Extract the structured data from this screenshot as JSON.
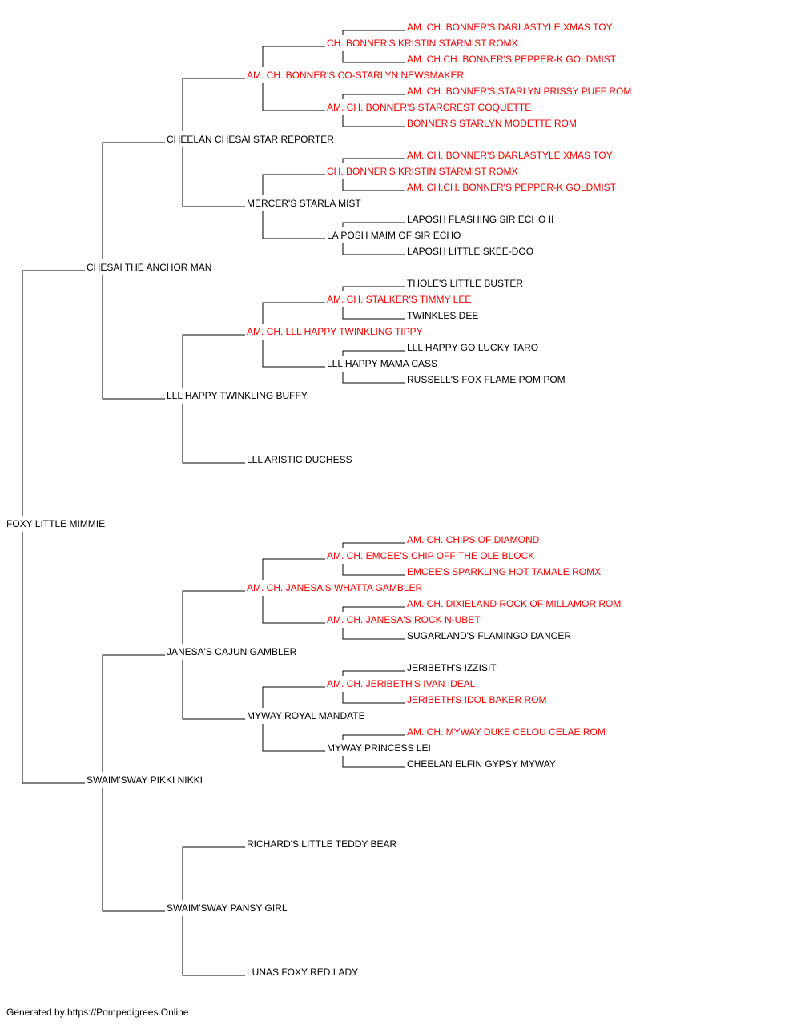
{
  "colors": {
    "champion": "#ff0000",
    "normal": "#000000",
    "line": "#000000"
  },
  "footer": "Generated by https://Pompedigrees.Online",
  "pedigree": {
    "name": "FOXY LITTLE MIMMIE",
    "champion": false,
    "sire": {
      "name": "CHESAI THE ANCHOR MAN",
      "champion": false,
      "sire": {
        "name": "CHEELAN CHESAI STAR REPORTER",
        "champion": false,
        "sire": {
          "name": "AM. CH. BONNER'S CO-STARLYN NEWSMAKER",
          "champion": true,
          "sire": {
            "name": "CH. BONNER'S KRISTIN STARMIST ROMX",
            "champion": true,
            "sire": {
              "name": "AM. CH. BONNER'S DARLASTYLE XMAS TOY",
              "champion": true
            },
            "dam": {
              "name": "AM. CH.CH. BONNER'S PEPPER-K GOLDMIST",
              "champion": true
            }
          },
          "dam": {
            "name": "AM. CH. BONNER'S STARCREST COQUETTE",
            "champion": true,
            "sire": {
              "name": "AM. CH. BONNER'S STARLYN PRISSY PUFF ROM",
              "champion": true
            },
            "dam": {
              "name": "BONNER'S STARLYN MODETTE ROM",
              "champion": true
            }
          }
        },
        "dam": {
          "name": "MERCER'S STARLA MIST",
          "champion": false,
          "sire": {
            "name": "CH. BONNER'S KRISTIN STARMIST ROMX",
            "champion": true,
            "sire": {
              "name": "AM. CH. BONNER'S DARLASTYLE XMAS TOY",
              "champion": true
            },
            "dam": {
              "name": "AM. CH.CH. BONNER'S PEPPER-K GOLDMIST",
              "champion": true
            }
          },
          "dam": {
            "name": "LA POSH MAIM OF SIR ECHO",
            "champion": false,
            "sire": {
              "name": "LAPOSH FLASHING SIR ECHO II",
              "champion": false
            },
            "dam": {
              "name": "LAPOSH LITTLE SKEE-DOO",
              "champion": false
            }
          }
        }
      },
      "dam": {
        "name": "LLL HAPPY TWINKLING BUFFY",
        "champion": false,
        "sire": {
          "name": "AM. CH. LLL HAPPY TWINKLING TIPPY",
          "champion": true,
          "sire": {
            "name": "AM. CH. STALKER'S TIMMY LEE",
            "champion": true,
            "sire": {
              "name": "THOLE'S LITTLE BUSTER",
              "champion": false
            },
            "dam": {
              "name": "TWINKLES DEE",
              "champion": false
            }
          },
          "dam": {
            "name": "LLL HAPPY MAMA CASS",
            "champion": false,
            "sire": {
              "name": "LLL HAPPY GO LUCKY TARO",
              "champion": false
            },
            "dam": {
              "name": "RUSSELL'S FOX FLAME POM POM",
              "champion": false
            }
          }
        },
        "dam": {
          "name": "LLL ARISTIC DUCHESS",
          "champion": false
        }
      }
    },
    "dam": {
      "name": "SWAIM'SWAY PIKKI NIKKI",
      "champion": false,
      "sire": {
        "name": "JANESA'S CAJUN GAMBLER",
        "champion": false,
        "sire": {
          "name": "AM. CH. JANESA'S WHATTA GAMBLER",
          "champion": true,
          "sire": {
            "name": "AM. CH. EMCEE'S CHIP OFF THE OLE BLOCK",
            "champion": true,
            "sire": {
              "name": "AM. CH. CHIPS OF DIAMOND",
              "champion": true
            },
            "dam": {
              "name": "EMCEE'S SPARKLING HOT TAMALE ROMX",
              "champion": true
            }
          },
          "dam": {
            "name": "AM. CH. JANESA'S ROCK N-UBET",
            "champion": true,
            "sire": {
              "name": "AM. CH. DIXIELAND ROCK OF MILLAMOR ROM",
              "champion": true
            },
            "dam": {
              "name": "SUGARLAND'S FLAMINGO DANCER",
              "champion": false
            }
          }
        },
        "dam": {
          "name": "MYWAY ROYAL MANDATE",
          "champion": false,
          "sire": {
            "name": "AM. CH. JERIBETH'S IVAN IDEAL",
            "champion": true,
            "sire": {
              "name": "JERIBETH'S IZZISIT",
              "champion": false
            },
            "dam": {
              "name": "JERIBETH'S IDOL BAKER ROM",
              "champion": true
            }
          },
          "dam": {
            "name": "MYWAY PRINCESS LEI",
            "champion": false,
            "sire": {
              "name": "AM. CH. MYWAY DUKE CELOU CELAE ROM",
              "champion": true
            },
            "dam": {
              "name": "CHEELAN ELFIN GYPSY MYWAY",
              "champion": false
            }
          }
        }
      },
      "dam": {
        "name": "SWAIM'SWAY PANSY GIRL",
        "champion": false,
        "sire": {
          "name": "RICHARD'S LITTLE TEDDY BEAR",
          "champion": false
        },
        "dam": {
          "name": "LUNAS FOXY RED LADY",
          "champion": false
        }
      }
    }
  }
}
